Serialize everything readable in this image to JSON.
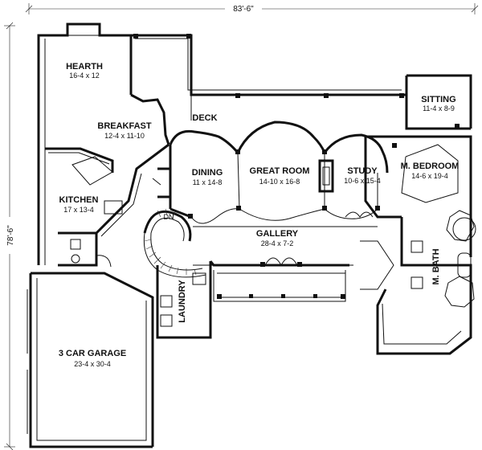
{
  "overall_dims": {
    "width": "83'-6\"",
    "depth": "78'-6\""
  },
  "rooms": [
    {
      "id": "hearth",
      "name": "HEARTH",
      "dim": "16-4 x 12"
    },
    {
      "id": "breakfast",
      "name": "BREAKFAST",
      "dim": "12-4 x 11-10"
    },
    {
      "id": "deck",
      "name": "DECK",
      "dim": ""
    },
    {
      "id": "sitting",
      "name": "SITTING",
      "dim": "11-4 x 8-9"
    },
    {
      "id": "dining",
      "name": "DINING",
      "dim": "11 x 14-8"
    },
    {
      "id": "great-room",
      "name": "GREAT ROOM",
      "dim": "14-10 x 16-8"
    },
    {
      "id": "study",
      "name": "STUDY",
      "dim": "10-6 x 15-4"
    },
    {
      "id": "m-bedroom",
      "name": "M. BEDROOM",
      "dim": "14-6 x 19-4"
    },
    {
      "id": "kitchen",
      "name": "KITCHEN",
      "dim": "17 x 13-4"
    },
    {
      "id": "gallery",
      "name": "GALLERY",
      "dim": "28-4 x 7-2"
    },
    {
      "id": "m-bath",
      "name": "M. BATH",
      "dim": ""
    },
    {
      "id": "laundry",
      "name": "LAUNDRY",
      "dim": ""
    },
    {
      "id": "garage",
      "name": "3 CAR GARAGE",
      "dim": "23-4 x 30-4"
    }
  ],
  "labels": {
    "stair": "DN"
  }
}
